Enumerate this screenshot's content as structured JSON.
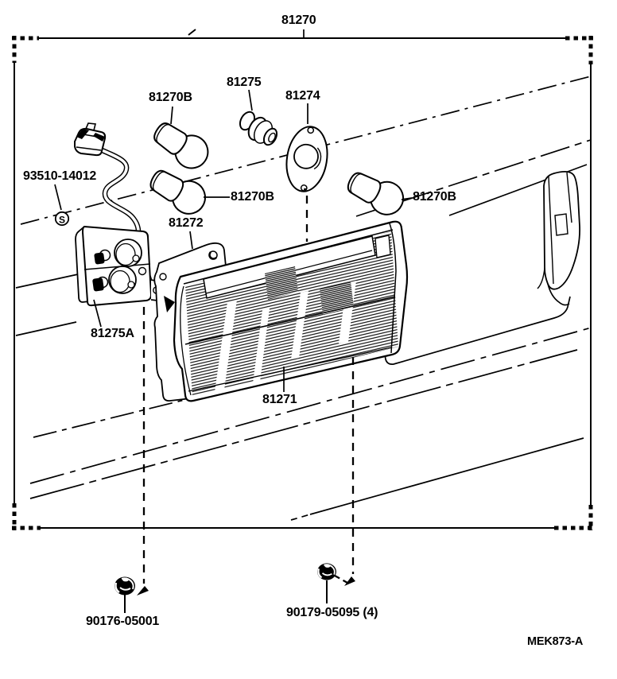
{
  "figure": {
    "figure_code": "MEK873-A",
    "screw_symbol": "S",
    "labels": {
      "lamp_assembly": "81270",
      "bulb_top": "81270B",
      "bulb_middle": "81270B",
      "bulb_right": "81270B",
      "bulb_socket": "81275",
      "gasket": "81274",
      "screw": "93510-14012",
      "packing": "81272",
      "socket_housing": "81275A",
      "lens": "81271",
      "nut_front": "90176-05001",
      "nut_rear": "90179-05095 (4)"
    }
  }
}
